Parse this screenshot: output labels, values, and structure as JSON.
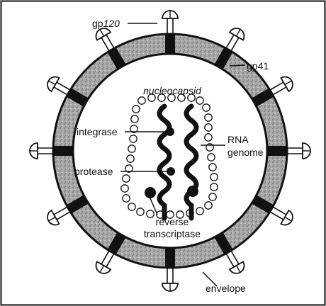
{
  "diagram": {
    "labels": {
      "gp120_prefix": "gp",
      "gp120_suffix": "120",
      "gp41": "gp41",
      "nucleocapsid": "nucleocapsid",
      "integrase": "integrase",
      "rna_line1": "RNA",
      "rna_line2": "genome",
      "protease": "protease",
      "rt_line1": "reverse",
      "rt_line2": "transcriptase",
      "envelope": "envelope"
    },
    "colors": {
      "ink": "#111111",
      "membrane": "#9a9a9a",
      "background": "#ffffff"
    }
  }
}
